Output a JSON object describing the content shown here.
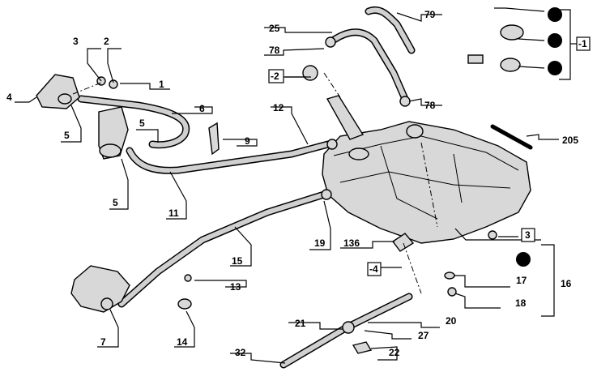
{
  "callouts": {
    "c1": "1",
    "c2": "2",
    "c3": "3",
    "c4": "4",
    "c5a": "5",
    "c5b": "5",
    "c5c": "5",
    "c6": "6",
    "c7": "7",
    "c9": "9",
    "c11": "11",
    "c12": "12",
    "c13": "13",
    "c14": "14",
    "c15": "15",
    "c16": "16",
    "c17": "17",
    "c18": "18",
    "c19": "19",
    "c20": "20",
    "c21": "21",
    "c22": "22",
    "c25": "25",
    "c27": "27",
    "c32": "32",
    "c78a": "78",
    "c78b": "78",
    "c79": "79",
    "c136": "136",
    "c205": "205"
  },
  "boxed_refs": {
    "r1": "-1",
    "r2": "-2",
    "r3": "3",
    "r4": "-4"
  }
}
